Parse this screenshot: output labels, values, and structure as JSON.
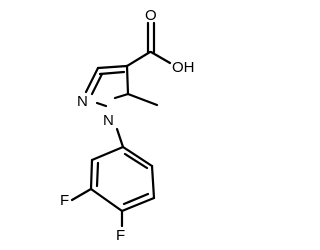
{
  "structure": {
    "atoms": {
      "oxygen_hydroxyl": "OH",
      "oxygen_carbonyl": "O",
      "nitrogen_pyridine": "N",
      "nitrogen_substituted": "N",
      "fluorine_meta": "F",
      "fluorine_para": "F"
    },
    "colors": {
      "bond": "#000000",
      "label": "#000000",
      "background": "#ffffff"
    }
  }
}
